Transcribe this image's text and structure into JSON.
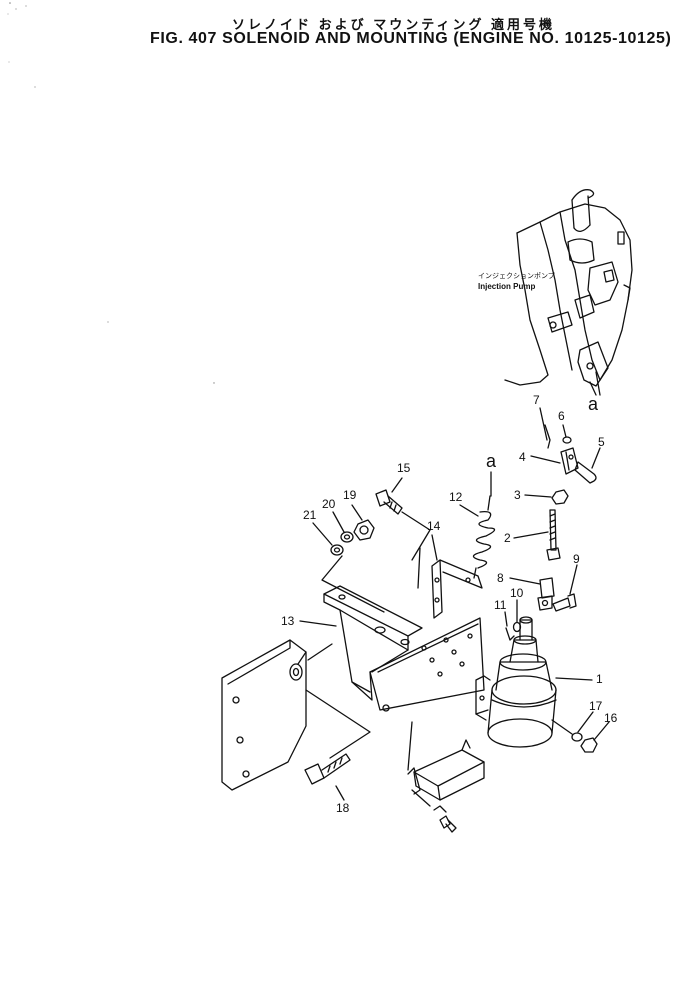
{
  "header": {
    "japanese_title": "ソレノイド および マウンティング 適用号機",
    "english_title": "FIG. 407  SOLENOID AND MOUNTING (ENGINE NO. 10125-10125)"
  },
  "labels": {
    "injection_pump_jp": "インジェクションポンプ",
    "injection_pump_en": "Injection  Pump",
    "ref_a_upper": "a",
    "ref_a_lower": "a"
  },
  "part_numbers": {
    "p1": "1",
    "p2": "2",
    "p3": "3",
    "p4": "4",
    "p5": "5",
    "p6": "6",
    "p7": "7",
    "p8": "8",
    "p9": "9",
    "p10": "10",
    "p11": "11",
    "p12": "12",
    "p13": "13",
    "p14": "14",
    "p15": "15",
    "p16": "16",
    "p17": "17",
    "p18": "18",
    "p19": "19",
    "p20": "20",
    "p21": "21"
  },
  "colors": {
    "ink": "#111111",
    "paper": "#ffffff"
  }
}
